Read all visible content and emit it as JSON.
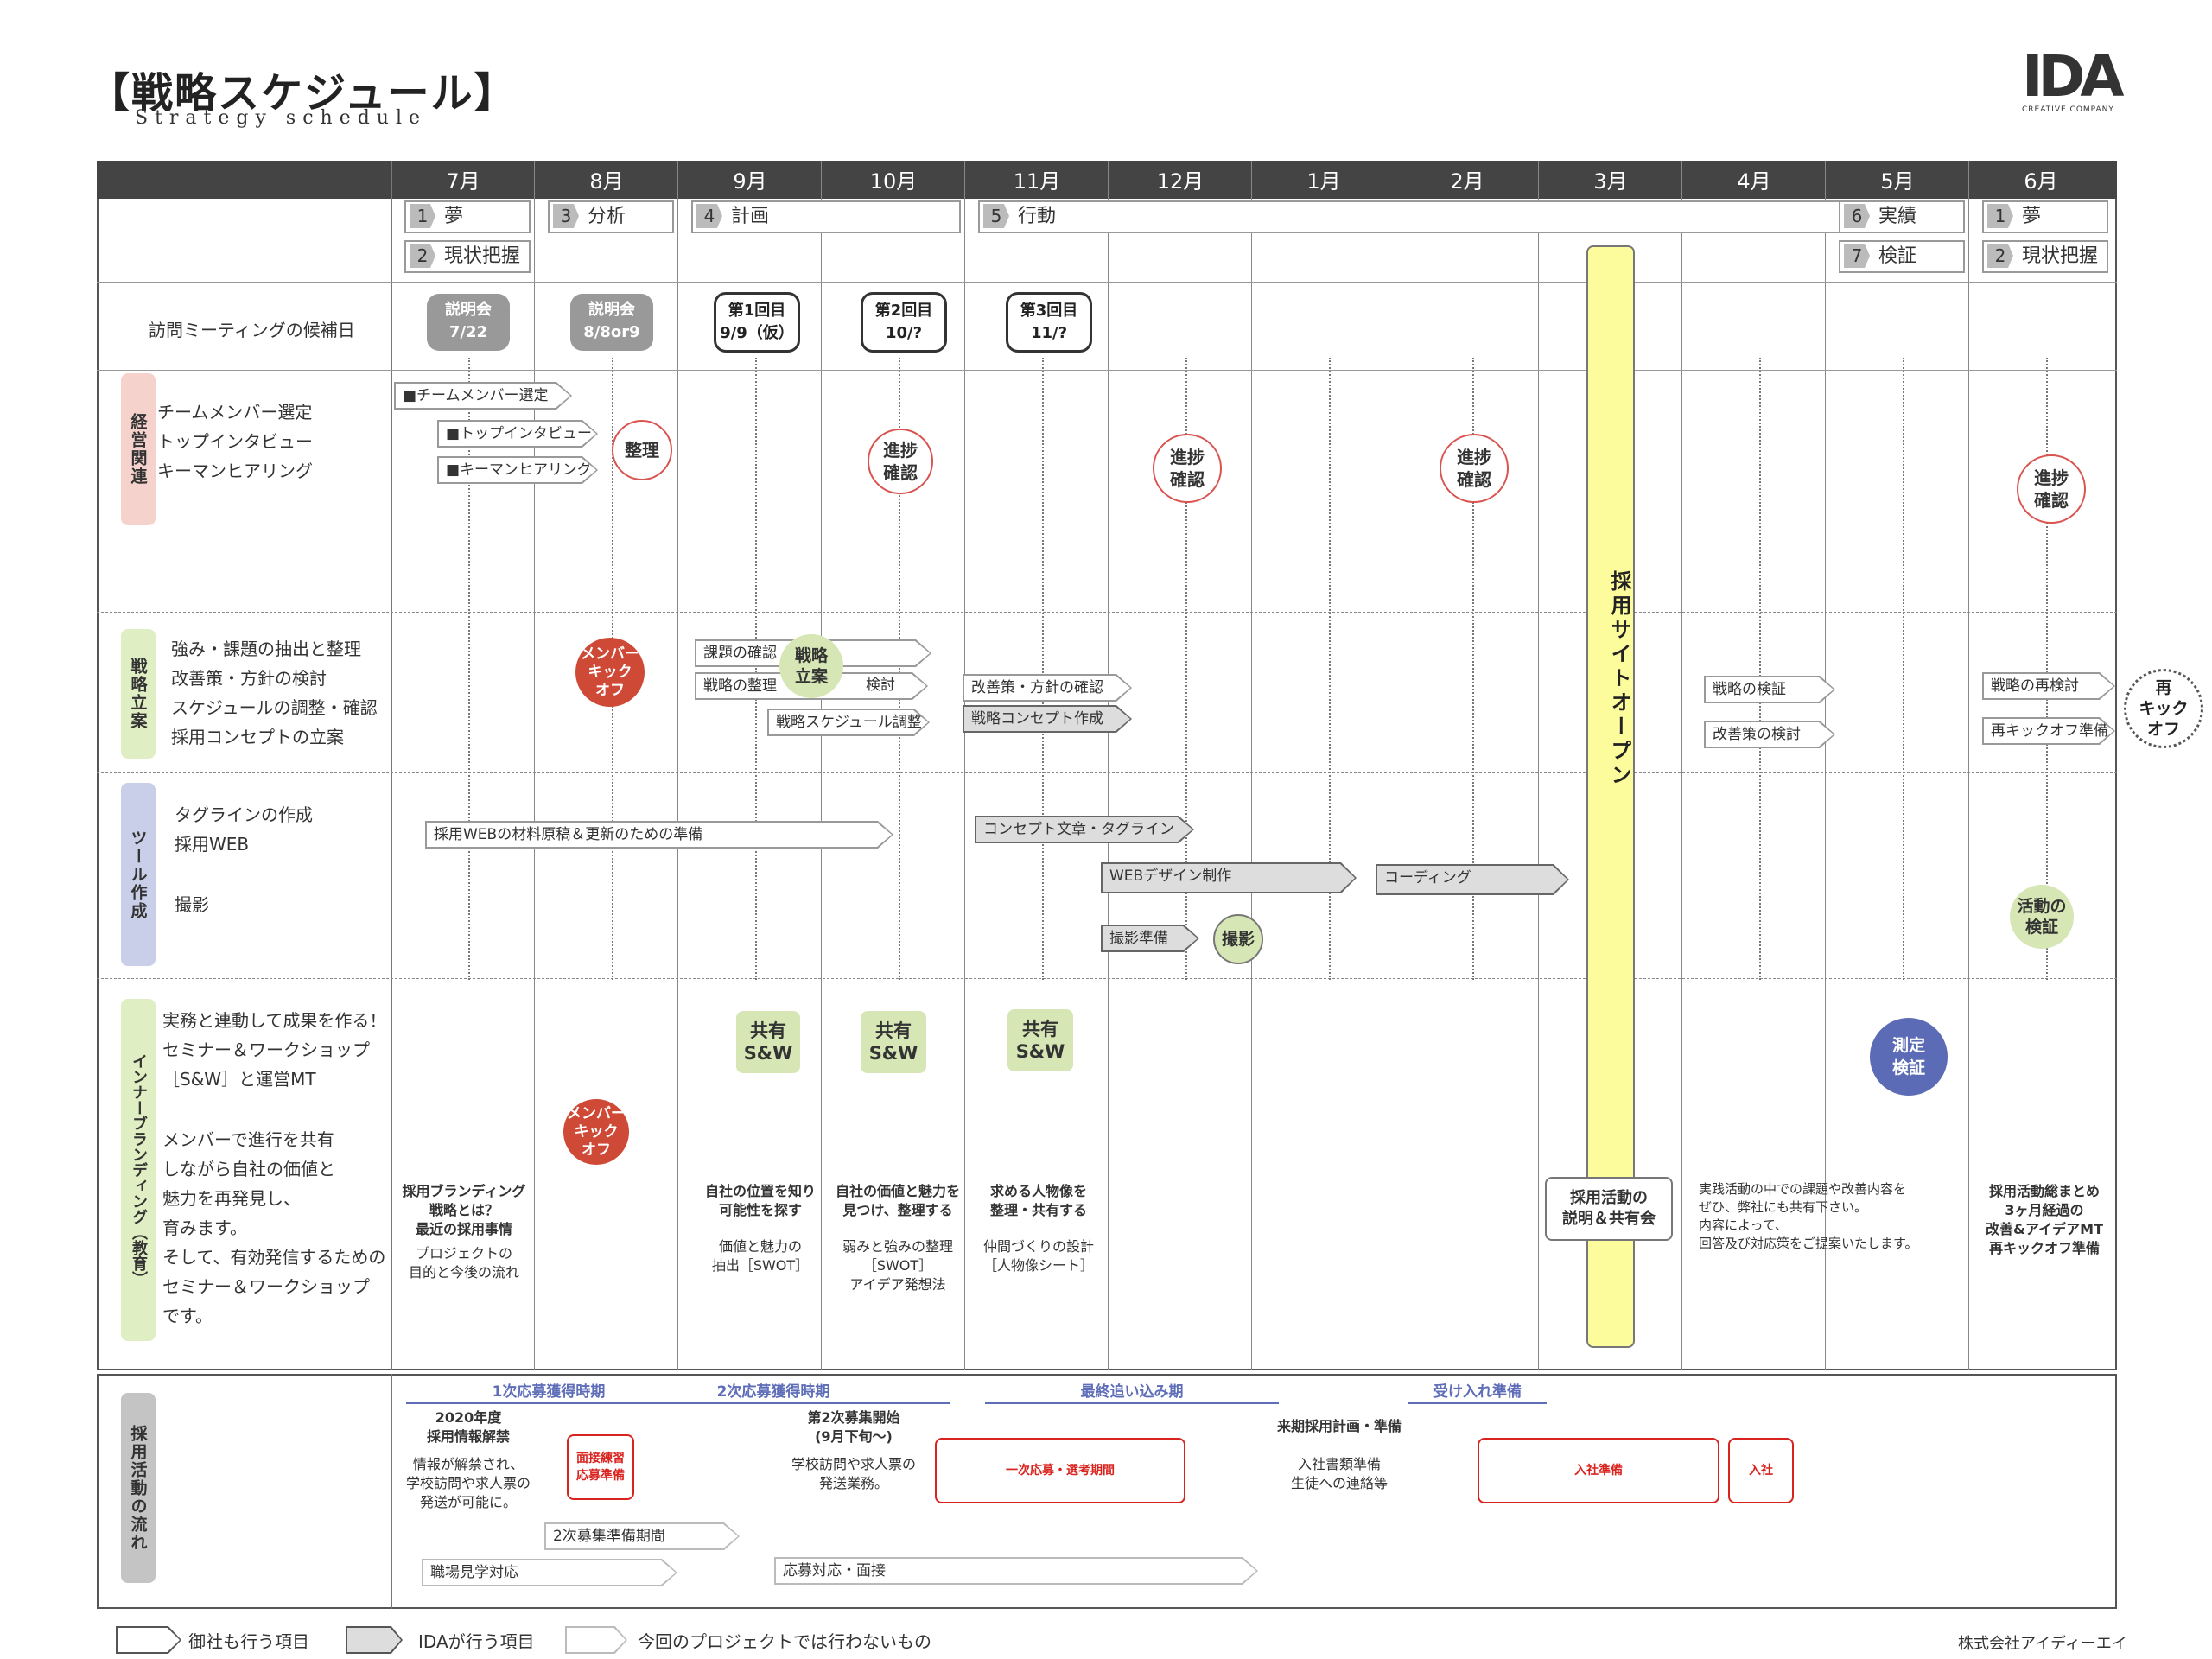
{
  "header": {
    "title": "【戦略スケジュール】",
    "subtitle": "Strategy schedule",
    "logo": "IDA",
    "logo_sub": "CREATIVE COMPANY"
  },
  "months": [
    "7月",
    "8月",
    "9月",
    "10月",
    "11月",
    "12月",
    "1月",
    "2月",
    "3月",
    "4月",
    "5月",
    "6月"
  ],
  "stages": [
    {
      "num": "1",
      "label": "夢"
    },
    {
      "num": "2",
      "label": "現状把握"
    },
    {
      "num": "3",
      "label": "分析"
    },
    {
      "num": "4",
      "label": "計画"
    },
    {
      "num": "5",
      "label": "行動"
    },
    {
      "num": "6",
      "label": "実績"
    },
    {
      "num": "7",
      "label": "検証"
    },
    {
      "num": "1",
      "label": "夢"
    },
    {
      "num": "2",
      "label": "現状把握"
    }
  ],
  "meetings": {
    "row_label": "訪問ミーティングの候補日",
    "items": [
      {
        "label": "説明会\n7/22"
      },
      {
        "label": "説明会\n8/8or9"
      },
      {
        "label": "第1回目\n9/9（仮）"
      },
      {
        "label": "第2回目\n10/?"
      },
      {
        "label": "第3回目\n11/?"
      }
    ]
  },
  "sections": {
    "keiei": {
      "label": "経営関連",
      "items": [
        "チームメンバー選定",
        "トップインタビュー",
        "キーマンヒアリング"
      ],
      "arrows": [
        "■チームメンバー選定",
        "■トップインタビュー",
        "■キーマンヒアリング"
      ],
      "circles": [
        "整理",
        "進捗\n確認",
        "進捗\n確認",
        "進捗\n確認",
        "進捗\n確認"
      ]
    },
    "senryaku": {
      "label": "戦略立案",
      "items": [
        "強み・課題の抽出と整理",
        "改善策・方針の検討",
        "スケジュールの調整・確認",
        "採用コンセプトの立案"
      ],
      "arrows": [
        "課題の確認",
        "戦略の整理",
        "検討",
        "戦略スケジュール調整",
        "改善策・方針の確認",
        "戦略コンセプト作成",
        "戦略の検証",
        "改善策の検討",
        "戦略の再検討",
        "再キックオフ準備"
      ],
      "kickoff": "メンバー\nキック\nオフ",
      "plan": "戦略\n立案",
      "rekick": "再\nキック\nオフ"
    },
    "tool": {
      "label": "ツール作成",
      "items": [
        "タグラインの作成",
        "採用WEB",
        "撮影"
      ],
      "arrows": [
        "採用WEBの材料原稿＆更新のための準備",
        "コンセプト文章・タグライン",
        "WEBデザイン制作",
        "コーディング",
        "撮影準備"
      ],
      "shoot": "撮影",
      "verify": "活動の\n検証"
    },
    "inner": {
      "label": "インナーブランディング（教育）",
      "items": [
        "実務と連動して成果を作る！",
        "セミナー＆ワークショップ",
        "［S&W］と運営MT",
        "",
        "メンバーで進行を共有",
        "しながら自社の価値と",
        "魅力を再発見し、",
        "育みます。",
        "そして、有効発信するための",
        "セミナー＆ワークショップ",
        "です。"
      ],
      "share": "共有\nS&W",
      "kickoff": "メンバー\nキック\nオフ",
      "measure": "測定\n検証",
      "texts": [
        {
          "title": "採用ブランディング\n戦略とは？\n最近の採用事情",
          "body": "プロジェクトの\n目的と今後の流れ"
        },
        {
          "title": "自社の位置を知り\n可能性を探す",
          "body": "価値と魅力の\n抽出［SWOT］"
        },
        {
          "title": "自社の価値と魅力を\n見つけ、整理する",
          "body": "弱みと強みの整理\n［SWOT］\nアイデア発想法"
        },
        {
          "title": "求める人物像を\n整理・共有する",
          "body": "仲間づくりの設計\n［人物像シート］"
        },
        {
          "title": "採用活動の\n説明＆共有会",
          "body": ""
        },
        {
          "title": "",
          "body": "実践活動の中での課題や改善内容を\nぜひ、弊社にも共有下さい。\n内容によって、\n回答及び対応策をご提案いたします。"
        },
        {
          "title": "採用活動総まとめ\n3ヶ月経過の\n改善&アイデアMT\n再キックオフ準備",
          "body": ""
        }
      ]
    },
    "open": "採用サイトオープン"
  },
  "flow": {
    "label": "採用活動の流れ",
    "periods": [
      "1次応募獲得時期",
      "2次応募獲得時期",
      "最終追い込み期",
      "受け入れ準備"
    ],
    "t1_title": "2020年度\n採用情報解禁",
    "t1_body": "情報が解禁され、\n学校訪問や求人票の\n発送が可能に。",
    "t2_title": "第2次募集開始\n(9月下旬〜)",
    "t2_body": "学校訪問や求人票の\n発送業務。",
    "t3_title": "来期採用計画・準備",
    "t3_body": "入社書類準備\n生徒への連絡等",
    "red": [
      "面接練習\n応募準備",
      "一次応募・選考期間",
      "入社準備",
      "入社"
    ],
    "arrows": [
      "2次募集準備期間",
      "職場見学対応",
      "応募対応・面接"
    ]
  },
  "legend": {
    "l1": "御社も行う項目",
    "l2": "IDAが行う項目",
    "l3": "今回のプロジェクトでは行わないもの",
    "company": "株式会社アイディーエイ"
  }
}
